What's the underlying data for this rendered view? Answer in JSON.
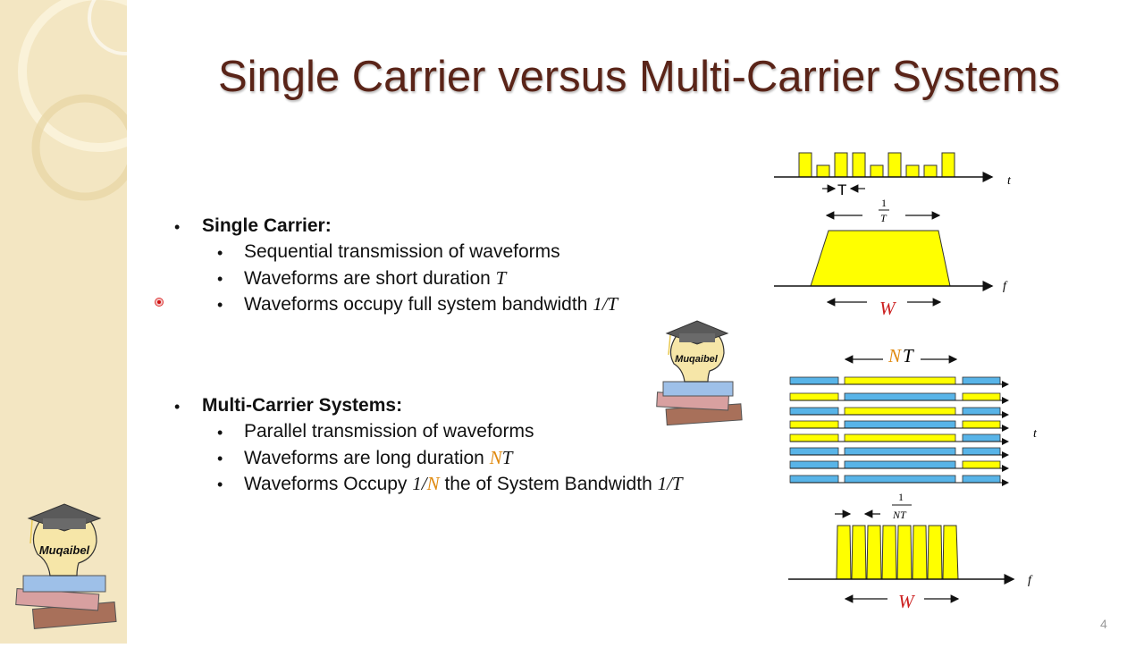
{
  "slide": {
    "title": "Single Carrier versus Multi-Carrier Systems",
    "page_number": "4"
  },
  "single": {
    "heading": "Single Carrier:",
    "b1": "Sequential transmission of  waveforms",
    "b2_text": "Waveforms are short duration ",
    "b2_math": "T",
    "b3_text": "Waveforms occupy full system bandwidth ",
    "b3_math": "1/T"
  },
  "multi": {
    "heading": "Multi-Carrier Systems:",
    "b1": "Parallel transmission of waveforms",
    "b2_text": "Waveforms are  long duration ",
    "b2_math_n": "N",
    "b2_math_t": "T",
    "b3_pre": "Waveforms Occupy ",
    "b3_math_1": "1/",
    "b3_math_n": "N",
    "b3_mid": " the of System Bandwidth ",
    "b3_math_2": "1/T"
  },
  "diagram": {
    "t_label": "t",
    "f_label": "f",
    "T_label": "T",
    "frac_num": "1",
    "frac_den": "T",
    "W_label": "W",
    "NT_n": "N",
    "NT_t": "T",
    "frac2_num": "1",
    "frac2_den": "NT",
    "W2_label": "W"
  },
  "logo": {
    "text": "Muqaibel"
  },
  "colors": {
    "title": "#5a2418",
    "yellow": "#ffff00",
    "blue": "#58b4e8",
    "accent_orange": "#e08a10",
    "red": "#cc2020"
  }
}
